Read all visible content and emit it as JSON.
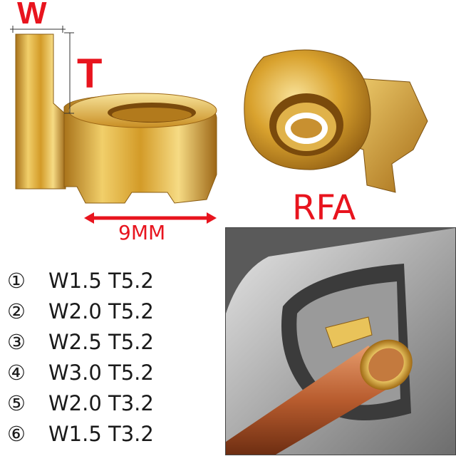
{
  "labels": {
    "width_label": "W",
    "thickness_label": "T",
    "length_label": "9MM",
    "profile_label": "RFA"
  },
  "specs": [
    {
      "num": "①",
      "text": "W1.5 T5.2"
    },
    {
      "num": "②",
      "text": "W2.0 T5.2"
    },
    {
      "num": "③",
      "text": "W2.5 T5.2"
    },
    {
      "num": "④",
      "text": "W3.0 T5.2"
    },
    {
      "num": "⑤",
      "text": "W2.0 T3.2"
    },
    {
      "num": "⑥",
      "text": "W1.5 T3.2"
    }
  ],
  "colors": {
    "accent_red": "#e8141e",
    "gold": "#d8a52b",
    "copper": "#c06a3c",
    "steel": "#b8b8b8"
  }
}
